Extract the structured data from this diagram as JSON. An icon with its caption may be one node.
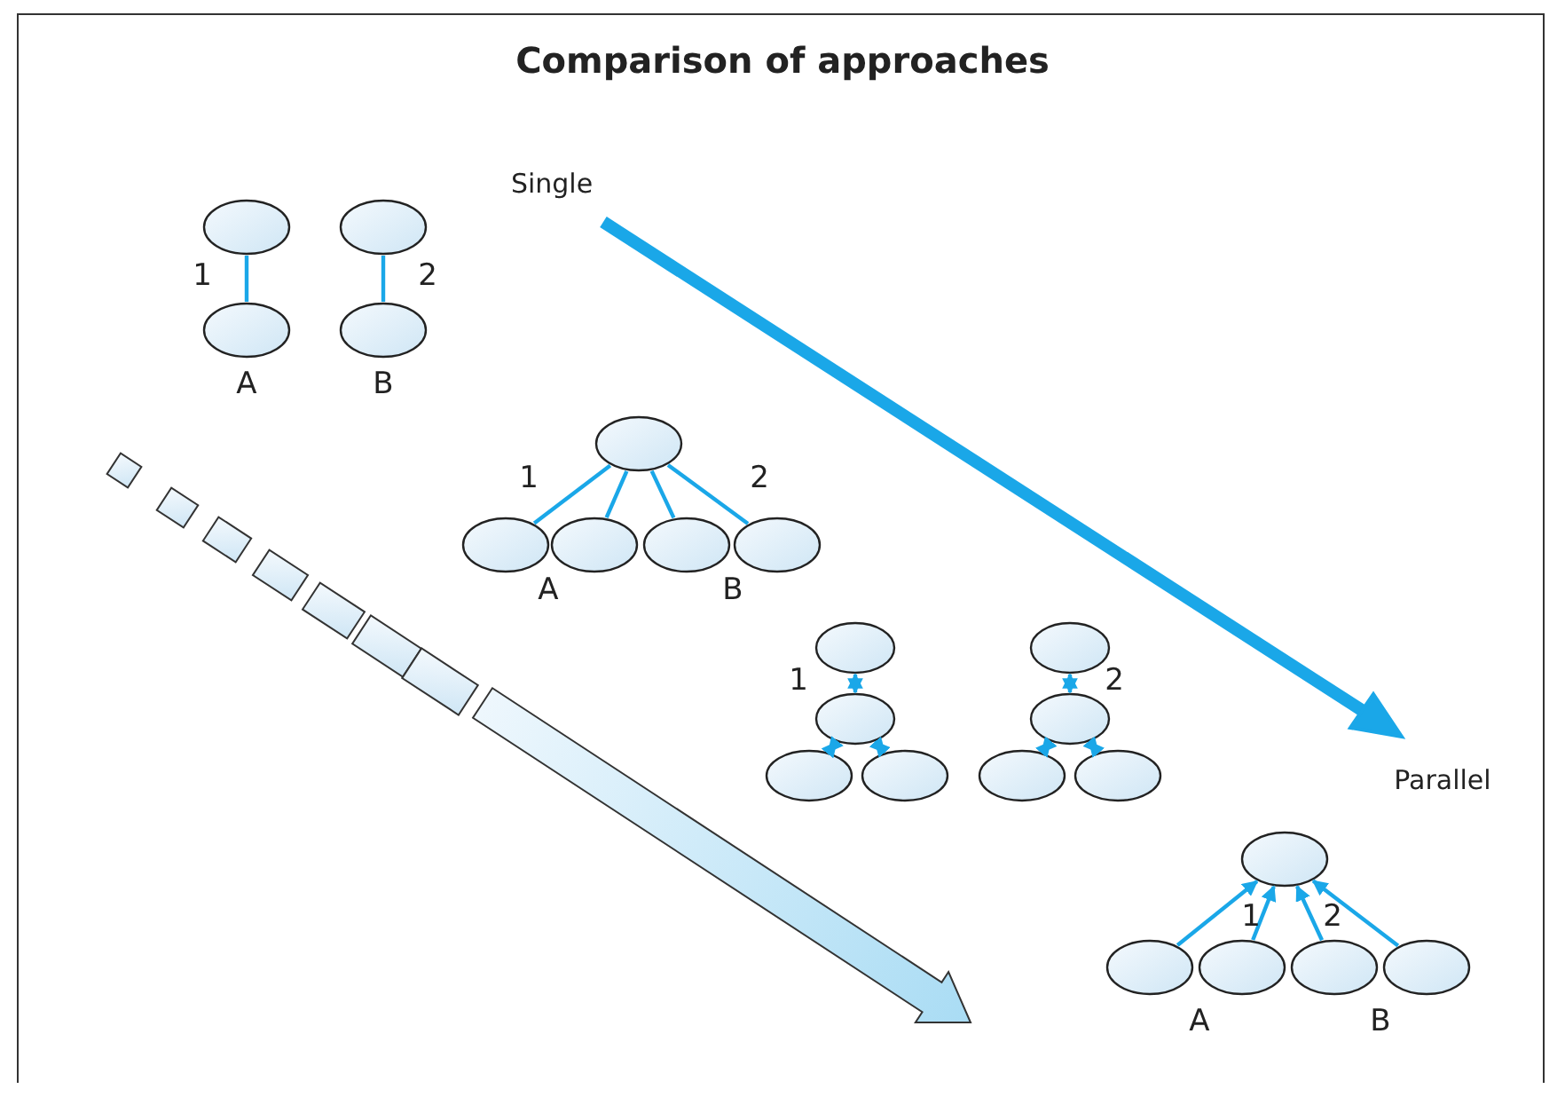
{
  "diagram": {
    "title": "Comparison of approaches",
    "nodes": [
      {
        "text": [],
        "shape": "ellipse"
      },
      {
        "text": [],
        "shape": "ellipse"
      },
      {
        "text": [],
        "shape": "ellipse"
      },
      {
        "text": [],
        "shape": "ellipse"
      },
      {
        "text": [],
        "shape": "ellipse"
      },
      {
        "text": [],
        "shape": "ellipse"
      },
      {
        "text": [],
        "shape": "ellipse"
      },
      {
        "text": [],
        "shape": "ellipse"
      },
      {
        "text": [],
        "shape": "ellipse"
      },
      {
        "text": [],
        "shape": "ellipse"
      },
      {
        "text": [],
        "shape": "ellipse"
      },
      {
        "text": [],
        "shape": "ellipse"
      },
      {
        "text": [],
        "shape": "ellipse"
      },
      {
        "text": [],
        "shape": "ellipse"
      },
      {
        "text": [],
        "shape": "ellipse"
      },
      {
        "text": [],
        "shape": "ellipse"
      },
      {
        "text": [],
        "shape": "ellipse"
      },
      {
        "text": [],
        "shape": "ellipse"
      },
      {
        "text": [],
        "shape": "ellipse"
      },
      {
        "text": [],
        "shape": "ellipse"
      },
      {
        "text": [],
        "shape": "ellipse"
      },
      {
        "text": [],
        "shape": "ellipse"
      }
    ],
    "edges": [
      {
        "from": 0,
        "to": 1,
        "arrow": "none"
      },
      {
        "from": 2,
        "to": 3,
        "arrow": "none"
      },
      {
        "from": 4,
        "to": 5,
        "arrow": "none"
      },
      {
        "from": 4,
        "to": 6,
        "arrow": "none"
      },
      {
        "from": 4,
        "to": 7,
        "arrow": "none"
      },
      {
        "from": 4,
        "to": 8,
        "arrow": "none"
      },
      {
        "from": 9,
        "to": 10,
        "arrow": "both"
      },
      {
        "from": 10,
        "to": 11,
        "arrow": "both"
      },
      {
        "from": 10,
        "to": 12,
        "arrow": "both"
      },
      {
        "from": 13,
        "to": 14,
        "arrow": "both"
      },
      {
        "from": 14,
        "to": 15,
        "arrow": "both"
      },
      {
        "from": 14,
        "to": 16,
        "arrow": "both"
      },
      {
        "from": 18,
        "to": 17,
        "arrow": "to"
      },
      {
        "from": 19,
        "to": 17,
        "arrow": "to"
      },
      {
        "from": 20,
        "to": 17,
        "arrow": "to"
      },
      {
        "from": 21,
        "to": 17,
        "arrow": "to"
      }
    ],
    "labels": [
      "Single",
      "1",
      "2",
      "A",
      "B",
      "1",
      "2",
      "A",
      "B",
      "1",
      "2",
      "Parallel",
      "1",
      "2",
      "A",
      "B"
    ]
  }
}
